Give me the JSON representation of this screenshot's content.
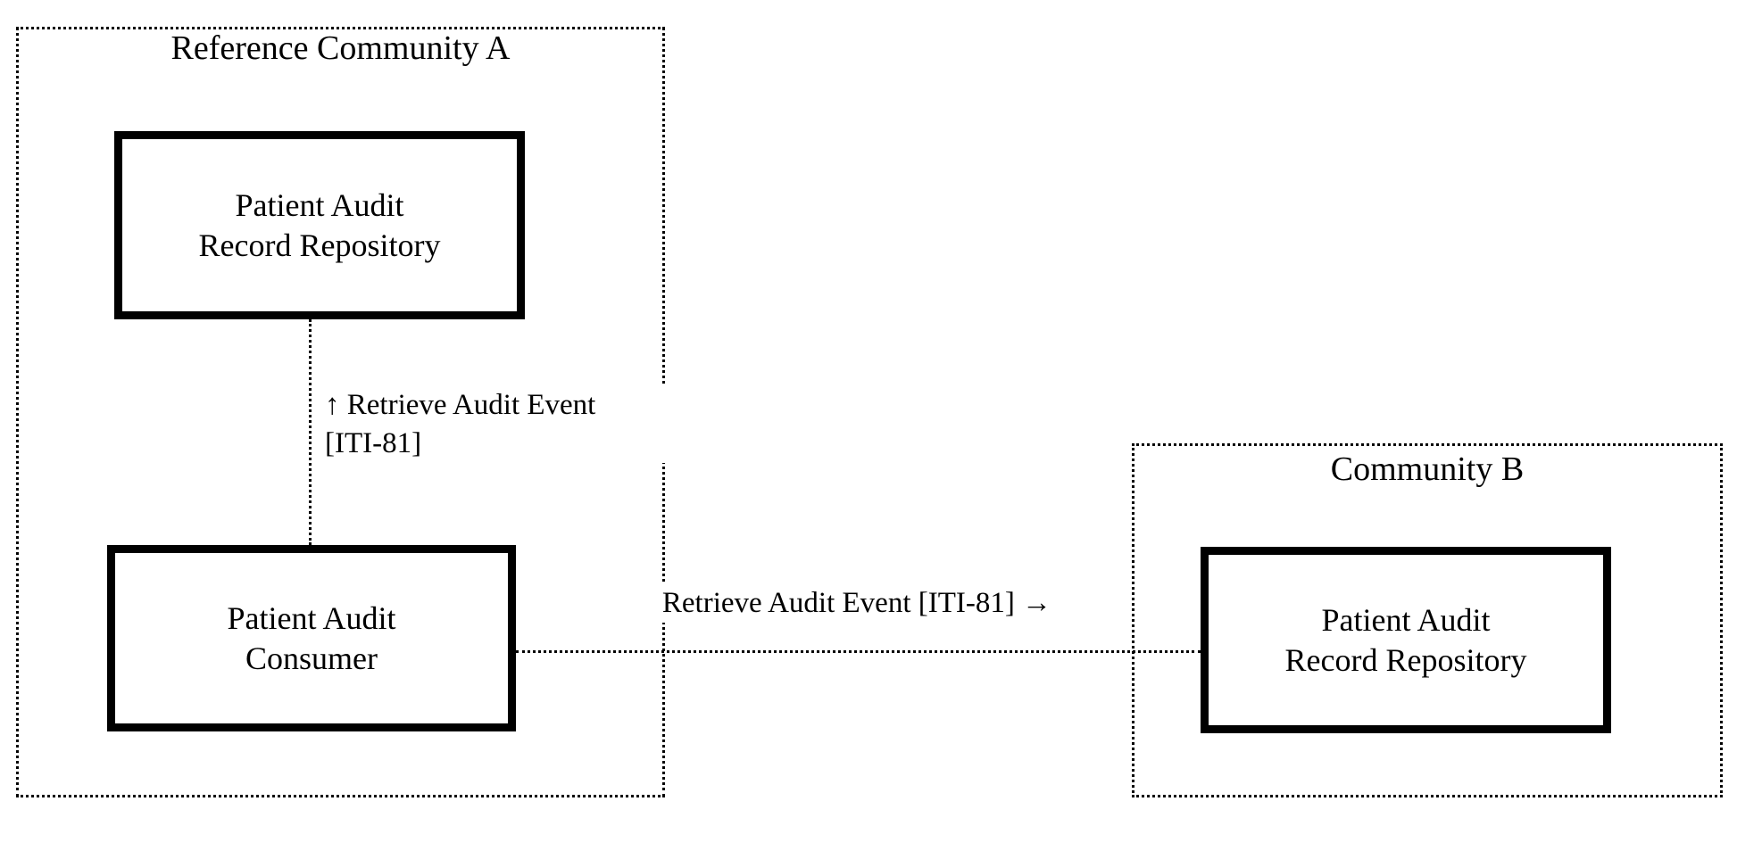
{
  "diagram": {
    "type": "actor-transaction-diagram",
    "communities": [
      {
        "id": "community-a",
        "title": "Reference Community A",
        "actors": [
          {
            "id": "par-repository-a",
            "label": "Patient Audit\nRecord Repository"
          },
          {
            "id": "patient-audit-consumer",
            "label": "Patient Audit\nConsumer"
          }
        ]
      },
      {
        "id": "community-b",
        "title": "Community B",
        "actors": [
          {
            "id": "par-repository-b",
            "label": "Patient Audit\nRecord Repository"
          }
        ]
      }
    ],
    "transactions": [
      {
        "id": "retrieve-audit-event-internal",
        "label": "↑ Retrieve Audit Event\n   [ITI-81]",
        "name": "Retrieve Audit Event",
        "code": "[ITI-81]",
        "direction": "up"
      },
      {
        "id": "retrieve-audit-event-cross-community",
        "label": "Retrieve Audit Event [ITI-81] →",
        "name": "Retrieve Audit Event",
        "code": "[ITI-81]",
        "direction": "right"
      }
    ],
    "colors": {
      "stroke": "#000000",
      "background": "#ffffff"
    }
  }
}
